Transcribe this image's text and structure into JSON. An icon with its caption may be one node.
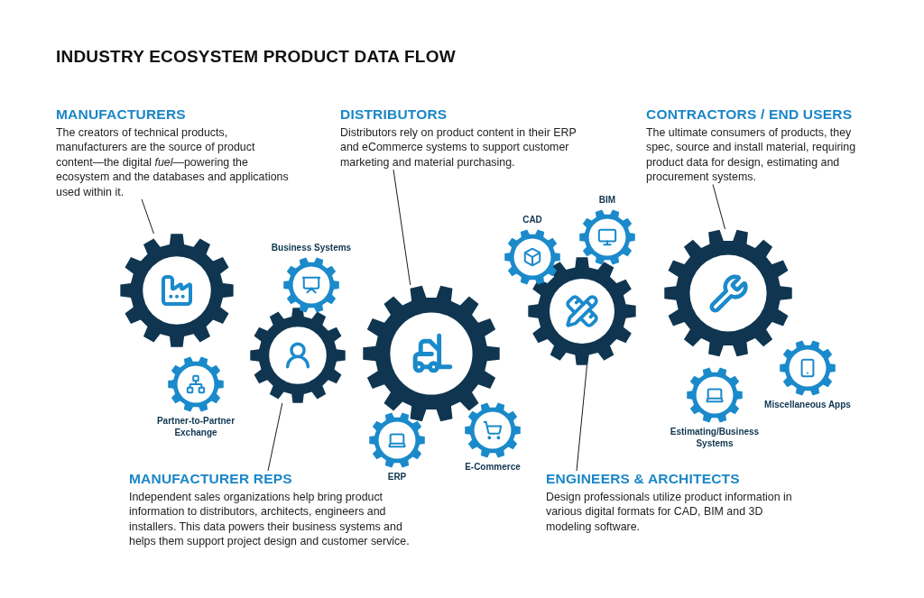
{
  "diagram": {
    "title": "INDUSTRY ECOSYSTEM PRODUCT DATA FLOW",
    "nodes": [
      {
        "text": [
          "MANUFACTURERS",
          "The creators of technical products, manufacturers are the source of product content—the digital *fuel*—powering the ecosystem and the databases and applications used within it."
        ]
      },
      {
        "text": [
          "DISTRIBUTORS",
          "Distributors rely on product content in their ERP and eCommerce systems to support customer marketing and material purchasing."
        ]
      },
      {
        "text": [
          "CONTRACTORS / END USERS",
          "The ultimate consumers of products, they spec, source and install material, requiring product data for design, estimating and procurement systems."
        ]
      },
      {
        "text": [
          "BIM"
        ]
      },
      {
        "text": [
          "CAD"
        ]
      },
      {
        "text": [
          "Business Systems"
        ]
      },
      {
        "text": [],
        "shape": "gear"
      },
      {
        "text": [],
        "shape": "gear"
      },
      {
        "text": [],
        "shape": "gear"
      },
      {
        "text": [],
        "shape": "gear"
      },
      {
        "text": [],
        "shape": "gear"
      },
      {
        "text": [
          "Partner-to-Partner Exchange"
        ]
      },
      {
        "text": [
          "Miscellaneous Apps"
        ]
      },
      {
        "text": [
          "Estimating/Business Systems"
        ]
      },
      {
        "text": [
          "ERP"
        ]
      },
      {
        "text": [
          "E-Commerce"
        ]
      },
      {
        "text": [
          "MANUFACTURER REPS",
          "Independent sales organizations help bring product information to distributors, architects, engineers and installers. This data powers their business systems and helps them support project design and customer service."
        ]
      },
      {
        "text": [
          "ENGINEERS & ARCHITECTS",
          "Design professionals utilize product information in various digital formats for CAD, BIM and 3D modeling software."
        ]
      }
    ],
    "edges": [
      {
        "from": 0,
        "to": 6,
        "arrow": "none"
      },
      {
        "from": 1,
        "to": 10,
        "arrow": "none"
      },
      {
        "from": 2,
        "to": 7,
        "arrow": "none"
      },
      {
        "from": 16,
        "to": 9,
        "arrow": "none"
      },
      {
        "from": 17,
        "to": 8,
        "arrow": "none"
      }
    ]
  }
}
